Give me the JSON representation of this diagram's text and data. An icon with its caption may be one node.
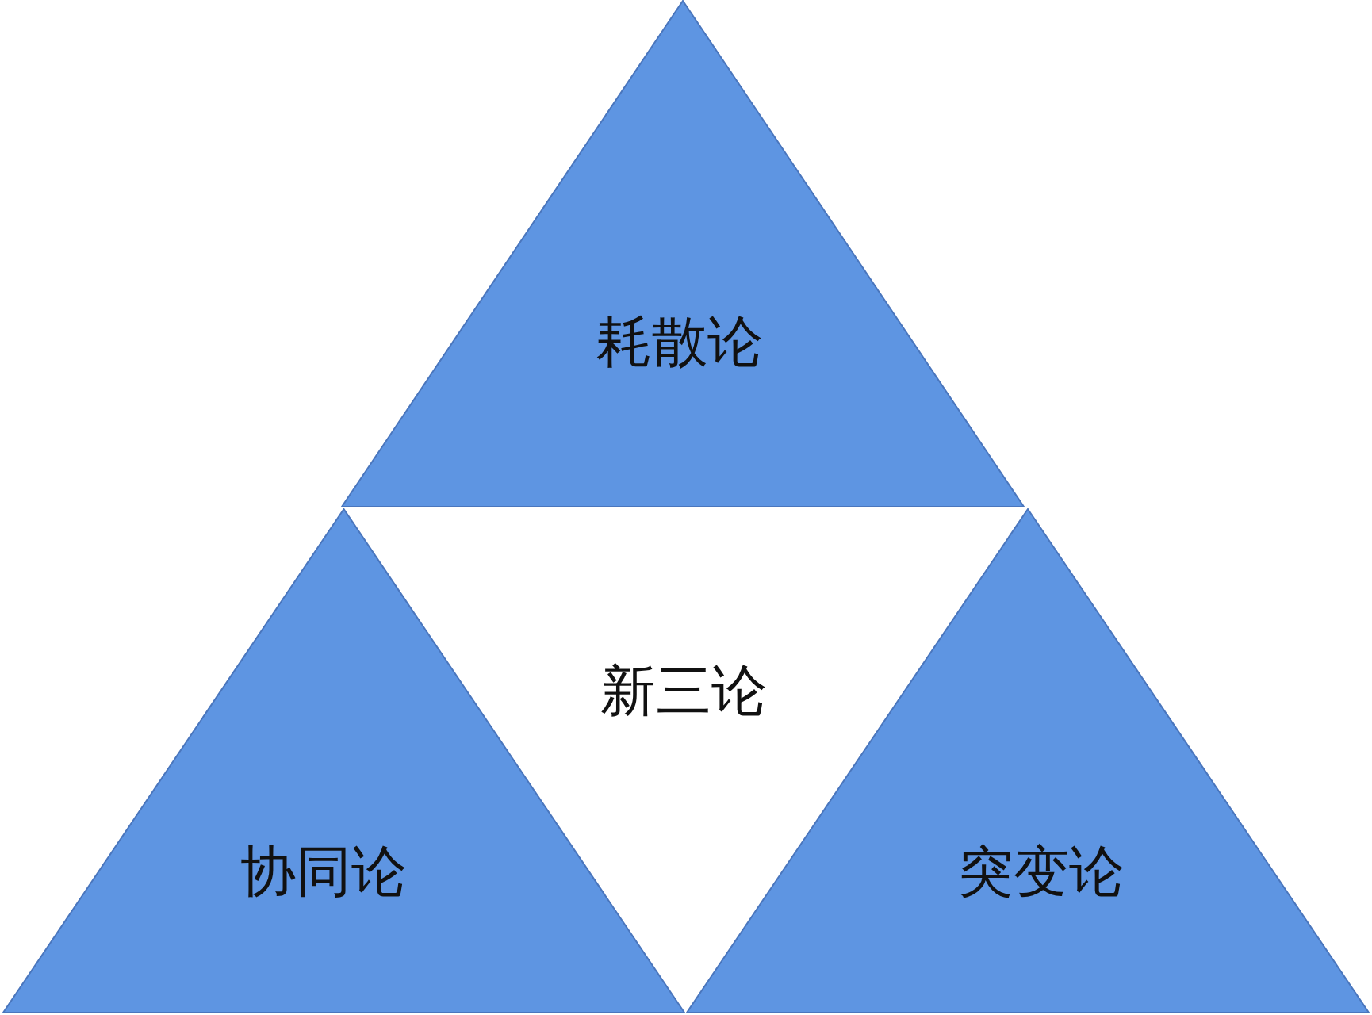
{
  "diagram": {
    "nodes": [
      {
        "text": [
          "耗散论"
        ]
      },
      {
        "text": [
          "协同论"
        ]
      },
      {
        "text": [
          "突变论"
        ]
      }
    ],
    "labels": [
      "新三论"
    ]
  }
}
